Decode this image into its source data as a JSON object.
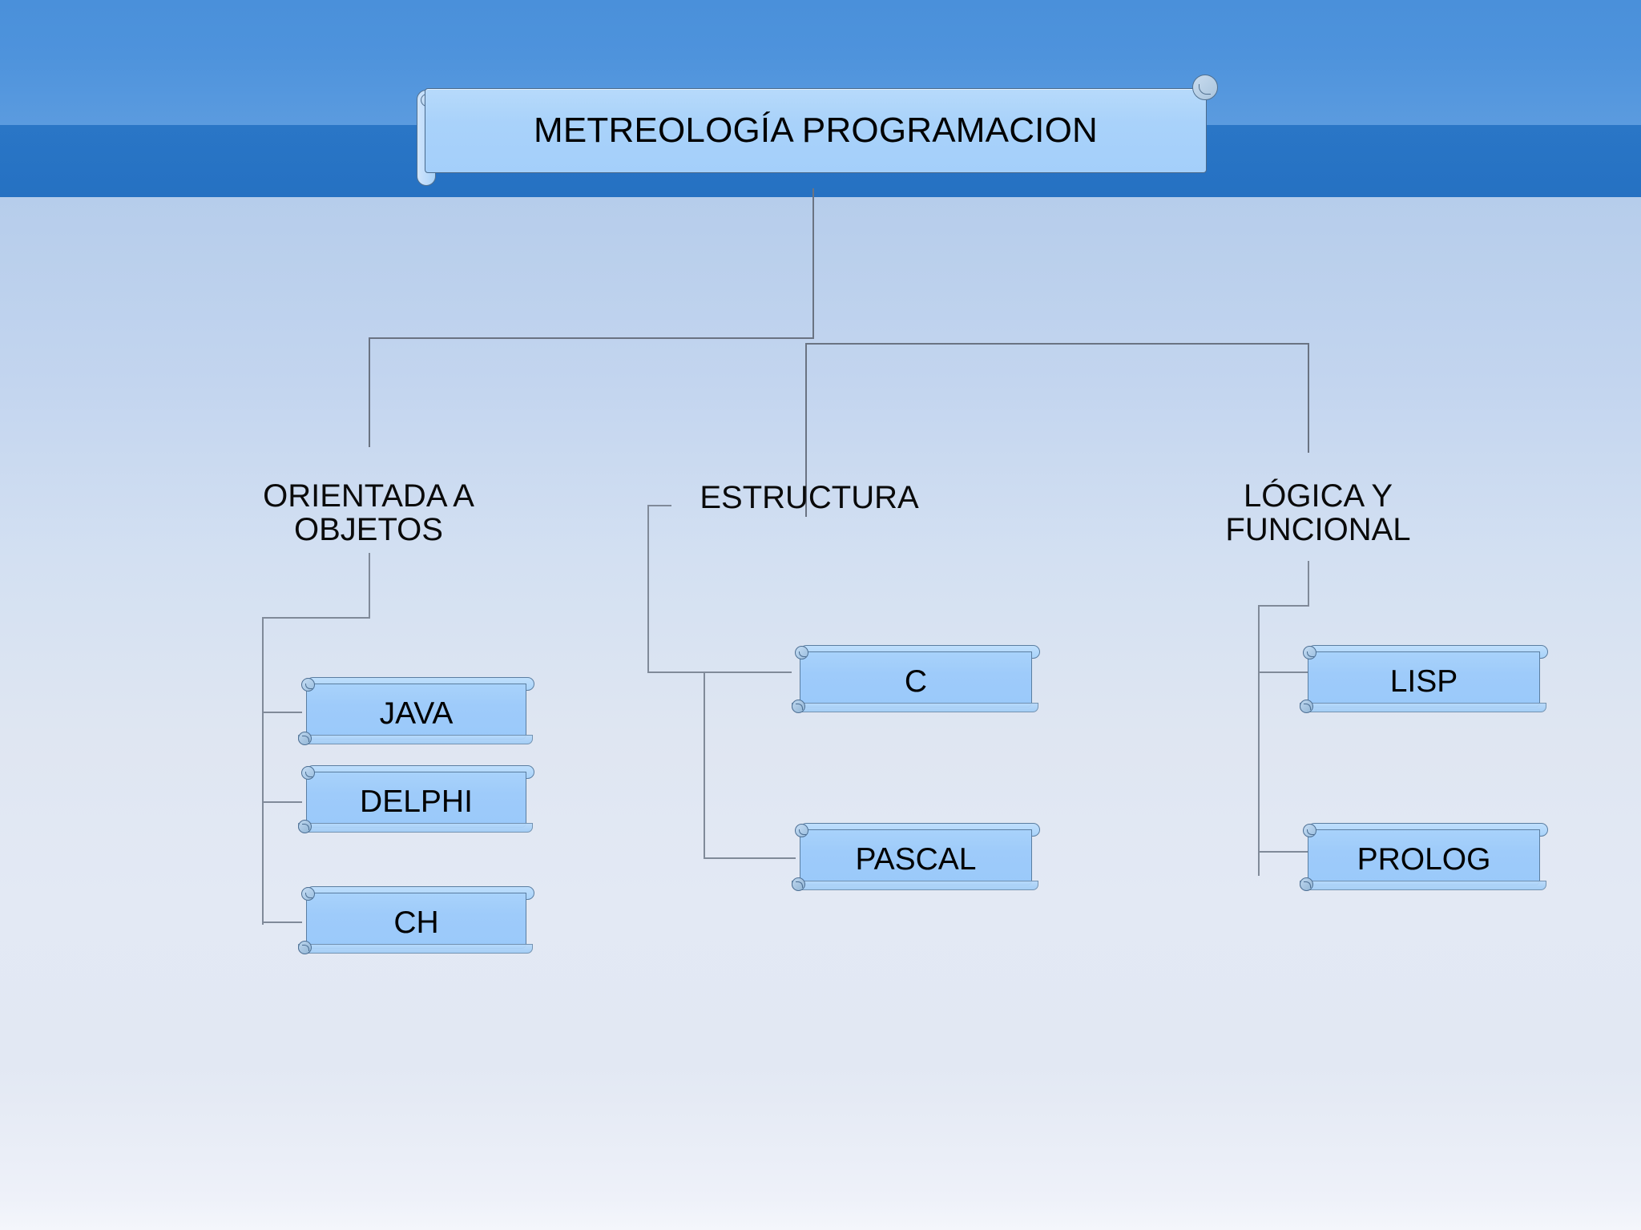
{
  "slide": {
    "title": "METREOLOGÍA PROGRAMACION",
    "background": {
      "band_top": "#4e93dc",
      "band_mid": "#2773c4",
      "band_body_top": "#b6cdeb",
      "band_body_bottom": "#f4f6fb"
    },
    "accent_color": "#9ecbfa",
    "connector_color": "#6a7382"
  },
  "categories": [
    {
      "id": "orientada-a-objetos",
      "label": "ORIENTADA A\nOBJETOS"
    },
    {
      "id": "estructura",
      "label": "ESTRUCTURA"
    },
    {
      "id": "logica-y-funcional",
      "label": "LÓGICA Y\nFUNCIONAL"
    }
  ],
  "nodes": {
    "java": {
      "label": "JAVA"
    },
    "delphi": {
      "label": "DELPHI"
    },
    "ch": {
      "label": "CH"
    },
    "c": {
      "label": "C"
    },
    "pascal": {
      "label": "PASCAL"
    },
    "lisp": {
      "label": "LISP"
    },
    "prolog": {
      "label": "PROLOG"
    }
  },
  "chart_data": {
    "type": "diagram",
    "title": "METREOLOGÍA PROGRAMACION",
    "root": "METREOLOGÍA PROGRAMACION",
    "branches": [
      {
        "name": "ORIENTADA A OBJETOS",
        "children": [
          "JAVA",
          "DELPHI",
          "CH"
        ]
      },
      {
        "name": "ESTRUCTURA",
        "children": [
          "C",
          "PASCAL"
        ]
      },
      {
        "name": "LÓGICA Y FUNCIONAL",
        "children": [
          "LISP",
          "PROLOG"
        ]
      }
    ]
  }
}
